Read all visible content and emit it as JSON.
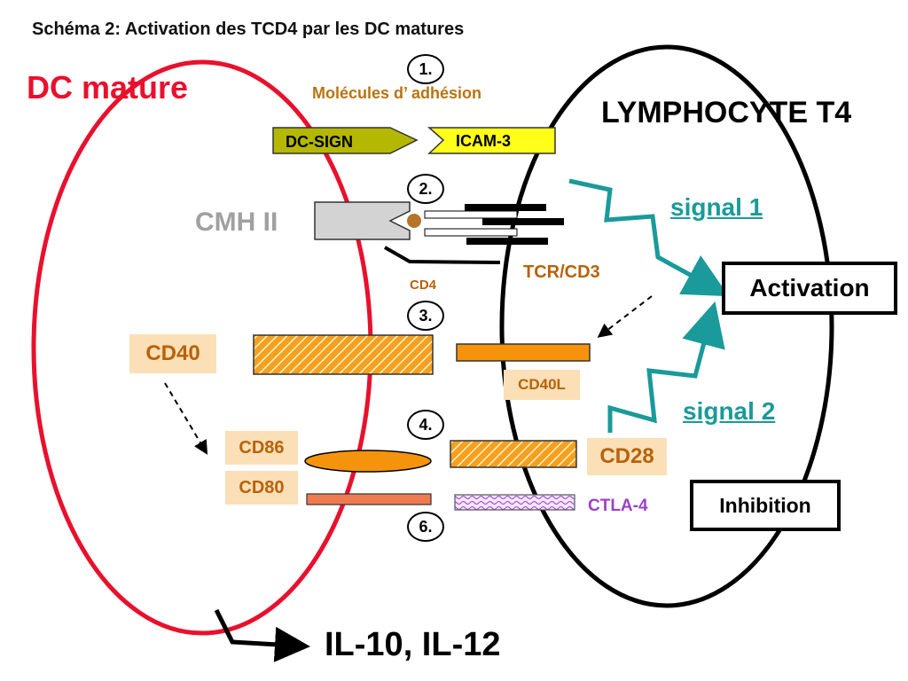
{
  "title": "Schéma 2: Activation des TCD4 par les DC matures",
  "dc_label": "DC mature",
  "lymphocyte_label": "LYMPHOCYTE T4",
  "steps": {
    "step1": "1.",
    "step2": "2.",
    "step3": "3.",
    "step4": "4.",
    "step6": "6."
  },
  "adhesion_label": "Molécules d’ adhésion",
  "dc_sign": "DC-SIGN",
  "icam3": "ICAM-3",
  "cmh": "CMH II",
  "tcr_cd3": "TCR/CD3",
  "cd4": "CD4",
  "signal1": "signal 1",
  "signal2": "signal 2",
  "activation": "Activation",
  "inhibition": "Inhibition",
  "cd40": "CD40",
  "cd40l": "CD40L",
  "cd86": "CD86",
  "cd80": "CD80",
  "cd28": "CD28",
  "ctla4": "CTLA-4",
  "cytokines": "IL-10, IL-12",
  "colors": {
    "dc_membrane": "#e8112d",
    "signal": "#1a9a9a",
    "molecule_orange": "#f5940c",
    "cd80_salmon": "#f07a50",
    "ctla4_purple": "#9b40c8",
    "dc_sign_olive": "#b5b800",
    "icam3_yellow": "#ffff1a",
    "label_brown": "#b8620a"
  }
}
